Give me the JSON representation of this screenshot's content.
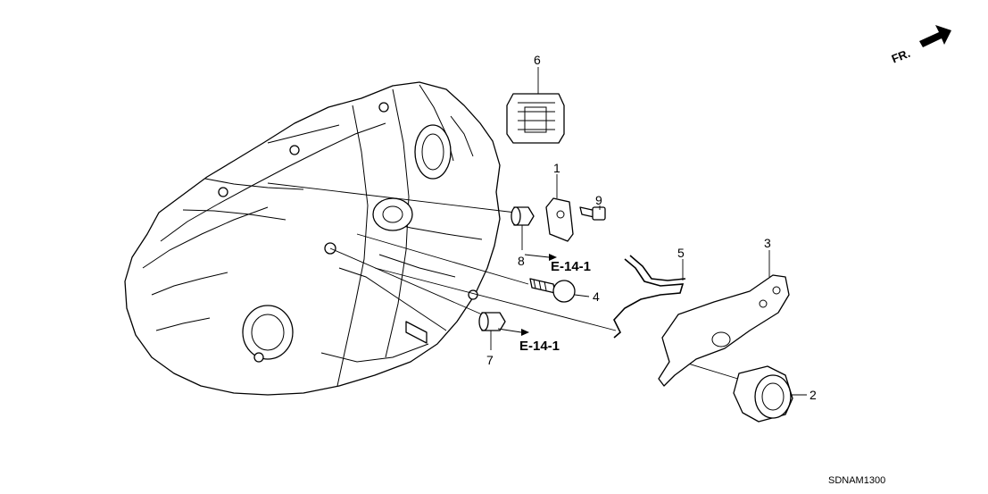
{
  "diagram": {
    "direction_label": "FR.",
    "catalog_code": "SDNAM1300",
    "callouts": [
      {
        "id": "c1",
        "label": "1"
      },
      {
        "id": "c2",
        "label": "2"
      },
      {
        "id": "c3",
        "label": "3"
      },
      {
        "id": "c4",
        "label": "4"
      },
      {
        "id": "c5",
        "label": "5"
      },
      {
        "id": "c6",
        "label": "6"
      },
      {
        "id": "c7",
        "label": "7"
      },
      {
        "id": "c8",
        "label": "8"
      },
      {
        "id": "c9",
        "label": "9"
      }
    ],
    "references": [
      {
        "id": "r1",
        "label": "E-14-1"
      },
      {
        "id": "r2",
        "label": "E-14-1"
      }
    ]
  }
}
